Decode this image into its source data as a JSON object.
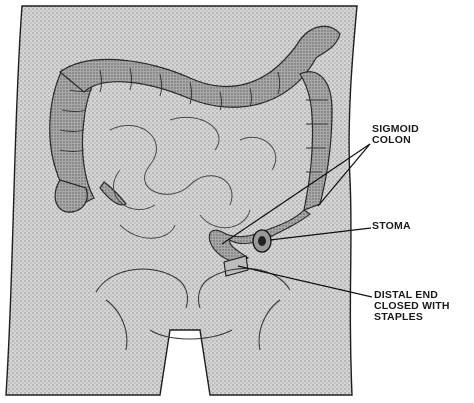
{
  "labels": {
    "sigmoid": {
      "line1": "SIGMOID",
      "line2": "COLON"
    },
    "stoma": {
      "text": "STOMA"
    },
    "distal": {
      "line1": "DISTAL END",
      "line2": "CLOSED WITH",
      "line3": "STAPLES"
    }
  },
  "colors": {
    "background": "#ffffff",
    "body_fill": "#d2d2d2",
    "colon_fill": "#a9a9a9",
    "outline": "#1e1e1e",
    "leader": "#111111"
  }
}
